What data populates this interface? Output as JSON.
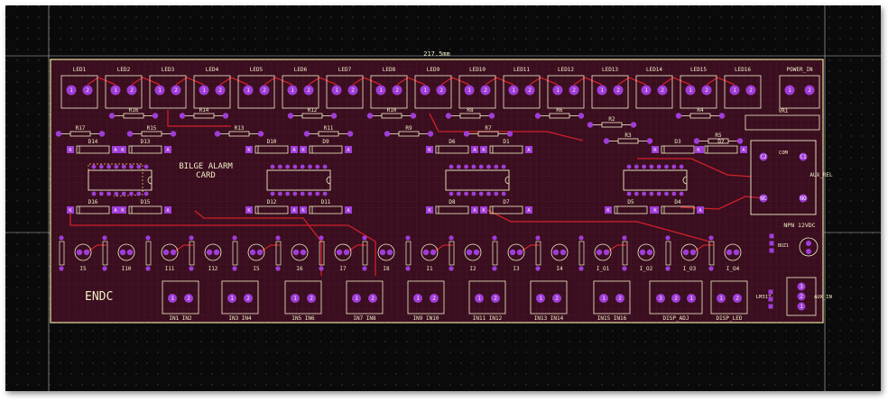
{
  "board": {
    "dimension_label": "217.5mm",
    "title_line1": "BILGE ALARM",
    "title_line2": "CARD",
    "logo": "ENDC",
    "colors": {
      "background": "#0a0a0a",
      "board": "#3a0e1e",
      "outline": "#f2e6a0",
      "silk": "#f2eec8",
      "pad": "#a03dd8",
      "trace": "#d0202a",
      "grid": "#3a1a2e"
    }
  },
  "leds": [
    "LED1",
    "LED2",
    "LED3",
    "LED4",
    "LED5",
    "LED6",
    "LED7",
    "LED8",
    "LED9",
    "LED10",
    "LED11",
    "LED12",
    "LED13",
    "LED14",
    "LED15",
    "LED16"
  ],
  "power": {
    "label": "POWER_IN",
    "pins": [
      "1",
      "2"
    ]
  },
  "pin_labels": [
    "1",
    "2"
  ],
  "resistors_top": [
    "R16",
    "R14",
    "R12",
    "R10",
    "R8",
    "R6",
    "R4"
  ],
  "resistors_mid": [
    "R17",
    "R15",
    "R13",
    "R11",
    "R9",
    "R7",
    "R2",
    "R3",
    "R5"
  ],
  "diodes_upper": [
    "D14",
    "D13",
    "D10",
    "D9",
    "D6",
    "D1",
    "D3",
    "D2"
  ],
  "diodes_lower": [
    "D16",
    "D15",
    "D12",
    "D11",
    "D8",
    "D7",
    "D5",
    "D4"
  ],
  "pin_marks": {
    "cathode": "K",
    "anode": "A"
  },
  "relay": {
    "label": "AUX_REL",
    "coil_label": "COM",
    "pins": [
      "C2",
      "C1",
      "NC",
      "NO"
    ]
  },
  "vr": {
    "label": "VR1"
  },
  "npn": {
    "label": "NPN 12VDC",
    "buzz": "BUZ1"
  },
  "inputs": [
    "I5",
    "I10",
    "I11",
    "I12",
    "I5",
    "I6",
    "I7",
    "I8",
    "I1",
    "I2",
    "I3",
    "I4",
    "I_O1",
    "I_O2",
    "I_O3",
    "I_O4"
  ],
  "connectors": [
    "IN1 IN2",
    "IN3 IN4",
    "IN5 IN6",
    "IN7 IN8",
    "IN9 IN10",
    "IN11 IN12",
    "IN13 IN14",
    "IN15 IN16",
    "DISP_ADJ",
    "DISP_LED"
  ],
  "regulator": {
    "label": "LM317"
  },
  "aux_out": {
    "label": "AUX_IN"
  }
}
